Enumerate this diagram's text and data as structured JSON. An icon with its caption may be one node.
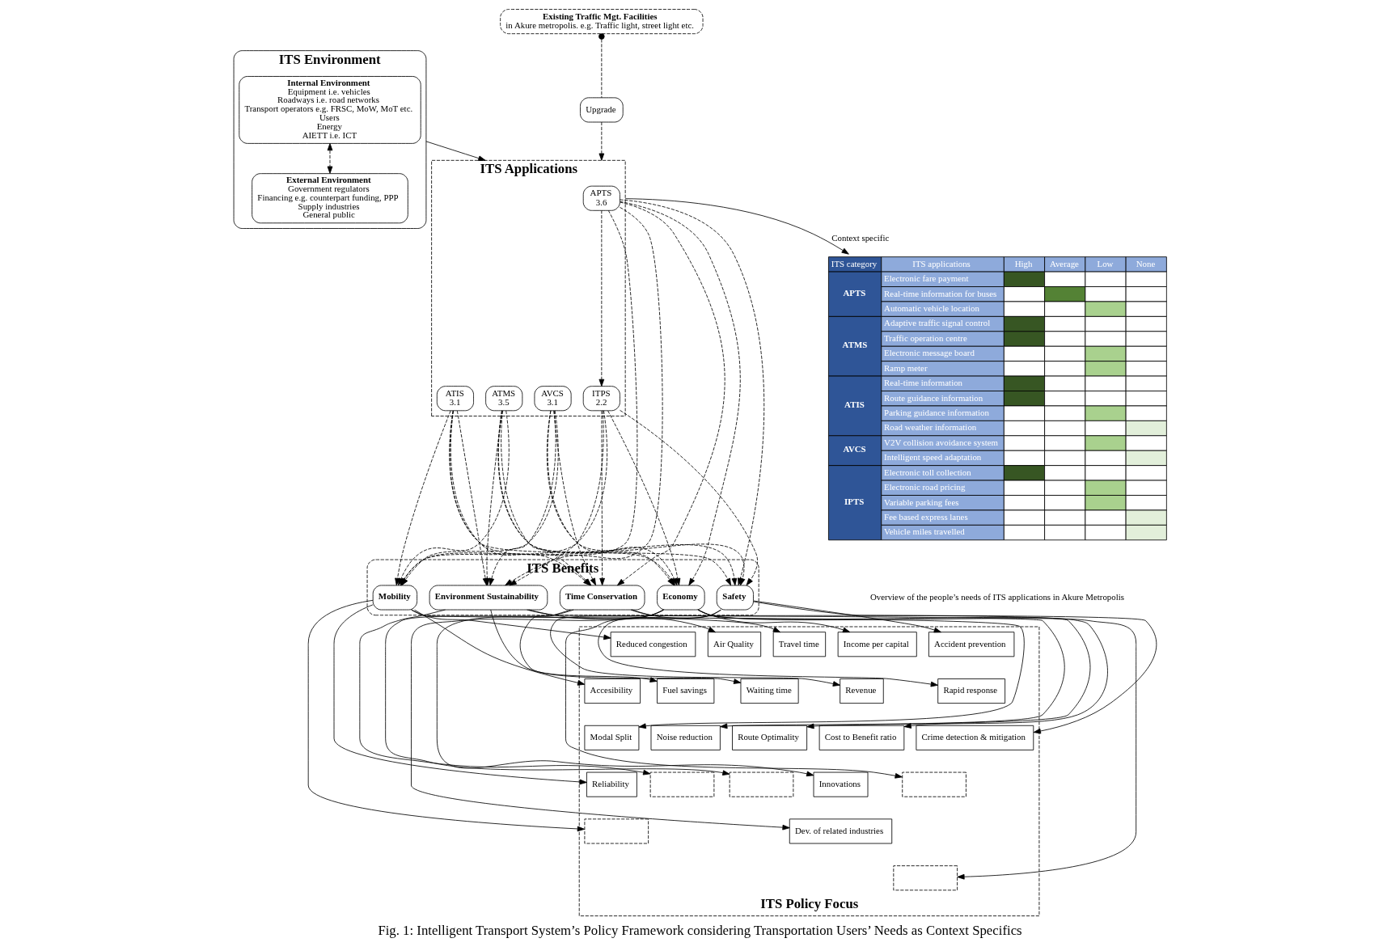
{
  "diagram": {
    "caption": "Fig. 1: Intelligent Transport System’s Policy Framework considering Transportation Users’ Needs as Context Specifics",
    "nodes": [
      {
        "text": [
          "ITS Environment"
        ]
      },
      {
        "text": [
          "Internal Environment",
          "Equipment i.e. vehicles",
          "Roadways i.e. road networks",
          "Transport operators e.g. FRSC, MoW, MoT etc.",
          "Users",
          "Energy",
          "AIETT i.e. ICT"
        ],
        "in": 0
      },
      {
        "text": [
          "External Environment",
          "Government regulators",
          "Financing e.g. counterpart funding, PPP",
          "Supply industries",
          "General public"
        ],
        "in": 0
      },
      {
        "text": [
          "ITS Applications"
        ]
      },
      {
        "text": [
          "APTS",
          "3.6"
        ],
        "in": 3
      },
      {
        "text": [
          "ATMS",
          "3.5"
        ],
        "in": 3
      },
      {
        "text": [
          "ATIS",
          "3.1"
        ],
        "in": 3
      },
      {
        "text": [
          "AVCS",
          "3.1"
        ],
        "in": 3
      },
      {
        "text": [
          "ITPS",
          "2.2"
        ],
        "in": 3
      },
      {
        "text": [
          "Upgrade"
        ]
      },
      {
        "text": [
          "Existing Traffic Mgt. Facilities",
          "in Akure metropolis. e.g. Traffic light, street light etc."
        ]
      },
      {
        "text": [
          "ITS Benefits"
        ]
      },
      {
        "text": [
          "Safety"
        ],
        "in": 11
      },
      {
        "text": [
          "Mobility"
        ],
        "in": 11
      },
      {
        "text": [
          "Environment Sustainability"
        ],
        "in": 11
      },
      {
        "text": [
          "Time Conservation"
        ],
        "in": 11
      },
      {
        "text": [
          "Economy"
        ],
        "in": 11
      },
      {
        "text": [
          "ITS Policy Focus"
        ]
      },
      {
        "text": [
          "Accident prevention"
        ],
        "in": 17
      },
      {
        "text": [
          "Rapid response"
        ],
        "in": 17
      },
      {
        "text": [
          "Crime detection & mitigation"
        ],
        "in": 17
      },
      {
        "text": [],
        "shape": "box",
        "in": 17
      },
      {
        "text": [
          "Reduced congestion"
        ],
        "in": 17
      },
      {
        "text": [
          "Accesibility"
        ],
        "in": 17
      },
      {
        "text": [
          "Modal Split"
        ],
        "in": 17
      },
      {
        "text": [
          "Reliability"
        ],
        "in": 17
      },
      {
        "text": [],
        "shape": "box",
        "in": 17
      },
      {
        "text": [
          "Air Quality"
        ],
        "in": 17
      },
      {
        "text": [
          "Fuel savings"
        ],
        "in": 17
      },
      {
        "text": [
          "Noise reduction"
        ],
        "in": 17
      },
      {
        "text": [],
        "shape": "box",
        "in": 17
      },
      {
        "text": [
          "Travel time"
        ],
        "in": 17
      },
      {
        "text": [
          "Waiting time"
        ],
        "in": 17
      },
      {
        "text": [
          "Route Optimality"
        ],
        "in": 17
      },
      {
        "text": [],
        "shape": "box",
        "in": 17
      },
      {
        "text": [
          "Income per capital"
        ],
        "in": 17
      },
      {
        "text": [
          "Revenue"
        ],
        "in": 17
      },
      {
        "text": [
          "Cost to Benefit ratio"
        ],
        "in": 17
      },
      {
        "text": [
          "Innovations"
        ],
        "in": 17
      },
      {
        "text": [
          "Dev. of related industries"
        ],
        "in": 17
      },
      {
        "text": [],
        "shape": "box",
        "in": 17
      },
      {
        "text": [
          "ITS category",
          "ITS applications",
          "High",
          "Average",
          "Low",
          "None",
          "APTS",
          "Electronic fare payment",
          "Real-time information for buses",
          "Automatic vehicle location",
          "ATMS",
          "Adaptive traffic signal control",
          "Traffic operation centre",
          "Electronic message board",
          "Ramp meter",
          "ATIS",
          "Real-time information",
          "Route guidance information",
          "Parking guidance information",
          "Road weather information",
          "AVCS",
          "V2V collision avoidance system",
          "Intelligent speed adaptation",
          "IPTS",
          "Electronic toll collection",
          "Electronic road pricing",
          "Variable parking fees",
          "Fee based express lanes",
          "Vehicle miles travelled"
        ]
      }
    ],
    "edges": [
      {
        "from": 1,
        "to": 2,
        "arrow": "both",
        "style": "dashed"
      },
      {
        "from": 0,
        "to": 3,
        "arrow": "to"
      },
      {
        "from": 4,
        "to": 8,
        "arrow": "to",
        "style": "dashed"
      },
      {
        "from": 10,
        "to": 9,
        "arrow": "other",
        "style": "dashed"
      },
      {
        "from": 9,
        "to": 3,
        "arrow": "to",
        "style": "dashed"
      },
      {
        "from": 3,
        "to": 41,
        "arrow": "to",
        "label": "Context specific"
      },
      {
        "from": 4,
        "to": 12,
        "arrow": "to",
        "style": "dashed"
      },
      {
        "from": 4,
        "to": 13,
        "arrow": "to",
        "style": "dashed"
      },
      {
        "from": 4,
        "to": 14,
        "arrow": "to",
        "style": "dashed"
      },
      {
        "from": 4,
        "to": 15,
        "arrow": "to",
        "style": "dashed"
      },
      {
        "from": 4,
        "to": 16,
        "arrow": "to",
        "style": "dashed"
      },
      {
        "from": 5,
        "to": 12,
        "arrow": "to",
        "style": "dashed"
      },
      {
        "from": 5,
        "to": 13,
        "arrow": "to",
        "style": "dashed"
      },
      {
        "from": 5,
        "to": 14,
        "arrow": "to",
        "style": "dashed"
      },
      {
        "from": 5,
        "to": 15,
        "arrow": "to",
        "style": "dashed"
      },
      {
        "from": 5,
        "to": 16,
        "arrow": "to",
        "style": "dashed"
      },
      {
        "from": 6,
        "to": 12,
        "arrow": "to",
        "style": "dashed"
      },
      {
        "from": 6,
        "to": 13,
        "arrow": "to",
        "style": "dashed"
      },
      {
        "from": 6,
        "to": 14,
        "arrow": "to",
        "style": "dashed"
      },
      {
        "from": 6,
        "to": 15,
        "arrow": "to",
        "style": "dashed"
      },
      {
        "from": 6,
        "to": 16,
        "arrow": "to",
        "style": "dashed"
      },
      {
        "from": 7,
        "to": 12,
        "arrow": "to",
        "style": "dashed"
      },
      {
        "from": 7,
        "to": 13,
        "arrow": "to",
        "style": "dashed"
      },
      {
        "from": 7,
        "to": 14,
        "arrow": "to",
        "style": "dashed"
      },
      {
        "from": 7,
        "to": 15,
        "arrow": "to",
        "style": "dashed"
      },
      {
        "from": 7,
        "to": 16,
        "arrow": "to",
        "style": "dashed"
      },
      {
        "from": 8,
        "to": 12,
        "arrow": "to",
        "style": "dashed"
      },
      {
        "from": 8,
        "to": 13,
        "arrow": "to",
        "style": "dashed"
      },
      {
        "from": 8,
        "to": 14,
        "arrow": "to",
        "style": "dashed"
      },
      {
        "from": 8,
        "to": 15,
        "arrow": "to",
        "style": "dashed"
      },
      {
        "from": 8,
        "to": 16,
        "arrow": "to",
        "style": "dashed"
      },
      {
        "from": 12,
        "to": 18,
        "arrow": "to"
      },
      {
        "from": 12,
        "to": 19,
        "arrow": "to"
      },
      {
        "from": 12,
        "to": 20,
        "arrow": "to"
      },
      {
        "from": 12,
        "to": 21,
        "arrow": "to"
      },
      {
        "from": 13,
        "to": 22,
        "arrow": "to"
      },
      {
        "from": 13,
        "to": 23,
        "arrow": "to"
      },
      {
        "from": 13,
        "to": 24,
        "arrow": "to"
      },
      {
        "from": 13,
        "to": 25,
        "arrow": "to"
      },
      {
        "from": 13,
        "to": 26,
        "arrow": "to"
      },
      {
        "from": 14,
        "to": 27,
        "arrow": "to"
      },
      {
        "from": 14,
        "to": 28,
        "arrow": "to"
      },
      {
        "from": 14,
        "to": 29,
        "arrow": "to"
      },
      {
        "from": 14,
        "to": 30,
        "arrow": "to"
      },
      {
        "from": 15,
        "to": 31,
        "arrow": "to"
      },
      {
        "from": 15,
        "to": 32,
        "arrow": "to"
      },
      {
        "from": 15,
        "to": 33,
        "arrow": "to"
      },
      {
        "from": 15,
        "to": 34,
        "arrow": "to"
      },
      {
        "from": 16,
        "to": 35,
        "arrow": "to"
      },
      {
        "from": 16,
        "to": 36,
        "arrow": "to"
      },
      {
        "from": 16,
        "to": 37,
        "arrow": "to"
      },
      {
        "from": 16,
        "to": 38,
        "arrow": "to"
      },
      {
        "from": 16,
        "to": 39,
        "arrow": "to"
      },
      {
        "from": 16,
        "to": 40,
        "arrow": "to"
      }
    ],
    "labels": [
      "Overview of the people’s needs of ITS applications in Akure Metropolis"
    ]
  }
}
